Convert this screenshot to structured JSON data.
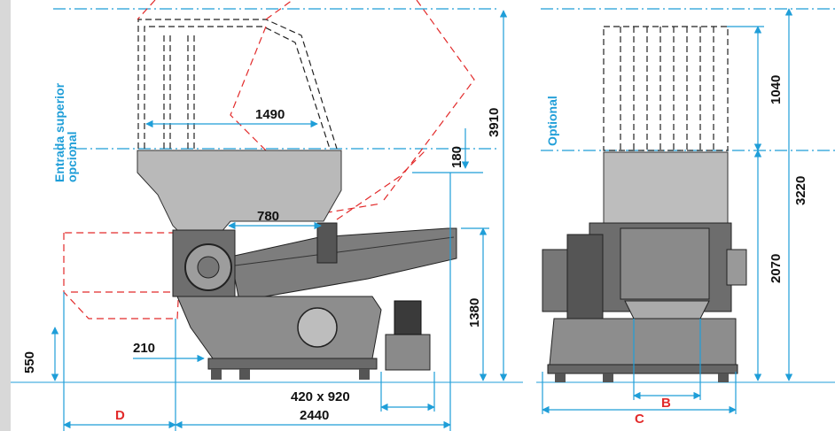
{
  "labels": {
    "entrada_line1": "Entrada superior",
    "entrada_line2": "opcional",
    "optional": "Optional"
  },
  "dimensions": {
    "d1490": "1490",
    "d780": "780",
    "d180": "180",
    "d3910": "3910",
    "d1380": "1380",
    "d550": "550",
    "d210": "210",
    "d420x920": "420 x 920",
    "d2440": "2440",
    "dD": "D",
    "d1040": "1040",
    "d3220": "3220",
    "d2070": "2070",
    "dB": "B",
    "dC": "C"
  },
  "colors": {
    "dimension_line": "#1f9ed8",
    "optional_outline": "#e22a2a",
    "machine_body": "#8a8a8a",
    "machine_dark": "#3c3c3c",
    "hopper": "#b5b5b5"
  }
}
